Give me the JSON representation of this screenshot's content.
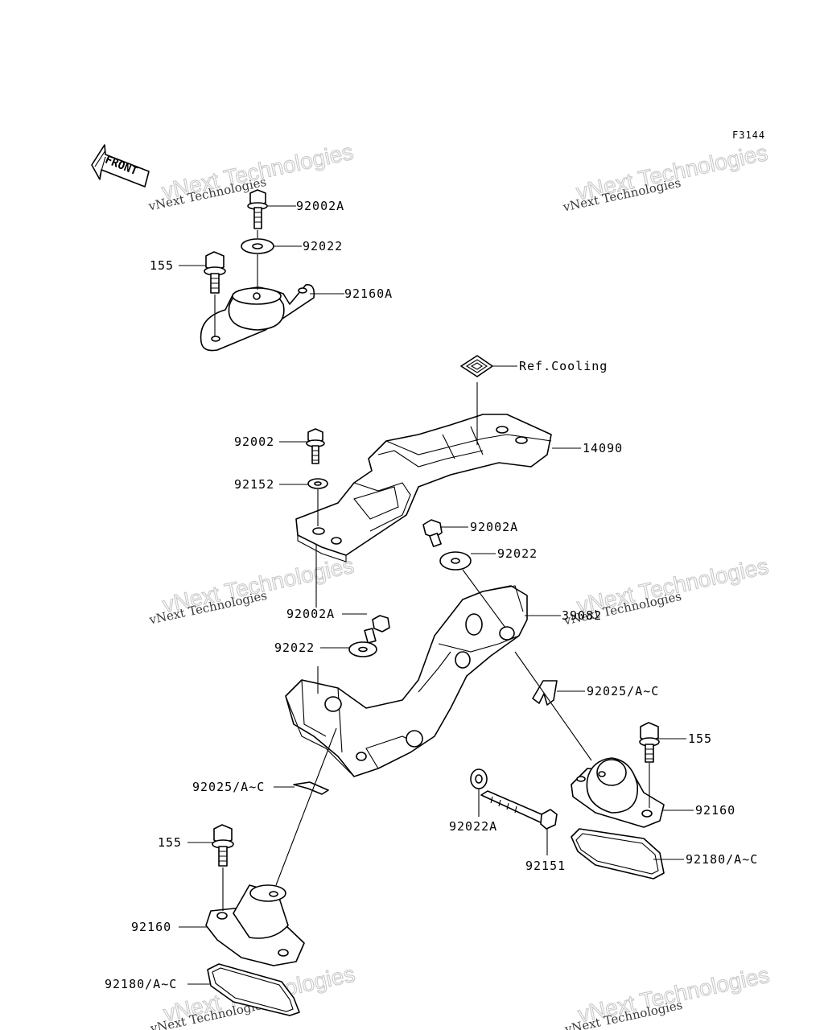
{
  "figure_code": "F3144",
  "front_label": "FRONT",
  "watermark": {
    "small": "vNext Technologies",
    "big": "vNext Technologies"
  },
  "labels": {
    "top_bolt": "92002A",
    "top_washer": "92022",
    "top_stud": "155",
    "top_mount": "92160A",
    "ref_cooling": "Ref.Cooling",
    "bracket": "14090",
    "bracket_bolt": "92002",
    "bracket_washer": "92152",
    "bracket_mount_bolt": "92002A",
    "right_bolt": "92002A",
    "right_washer": "92022",
    "engine_bracket": "39082",
    "left_bolt": "92002A",
    "left_washer": "92022",
    "right_shim": "92025/A~C",
    "right_stud": "155",
    "right_mount": "92160",
    "left_shim": "92025/A~C",
    "lower_washer": "92022A",
    "long_bolt": "92151",
    "right_plate": "92180/A~C",
    "lower_stud": "155",
    "lower_mount": "92160",
    "lower_plate": "92180/A~C"
  }
}
